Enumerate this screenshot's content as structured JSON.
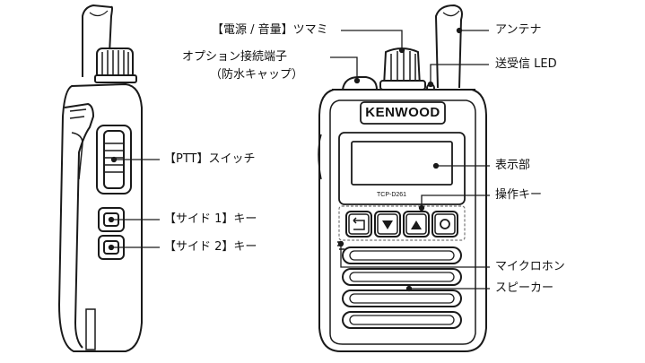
{
  "labels": {
    "power_volume_knob": "【電源 / 音量】ツマミ",
    "option_connector": "オプション接続端子",
    "waterproof_cap": "（防水キャップ）",
    "antenna": "アンテナ",
    "tx_rx_led": "送受信 LED",
    "ptt_switch": "【PTT】スイッチ",
    "side1_key": "【サイド 1】キー",
    "side2_key": "【サイド 2】キー",
    "display": "表示部",
    "operation_keys": "操作キー",
    "microphone": "マイクロホン",
    "speaker": "スピーカー"
  },
  "device": {
    "brand": "KENWOOD",
    "model": "TCP-D261"
  },
  "key_icons": [
    "back-arrow-icon",
    "down-triangle-icon",
    "up-triangle-icon",
    "circle-icon"
  ],
  "colors": {
    "line": "#1a1a1a",
    "body": "#ffffff",
    "dashed": "#777777"
  }
}
